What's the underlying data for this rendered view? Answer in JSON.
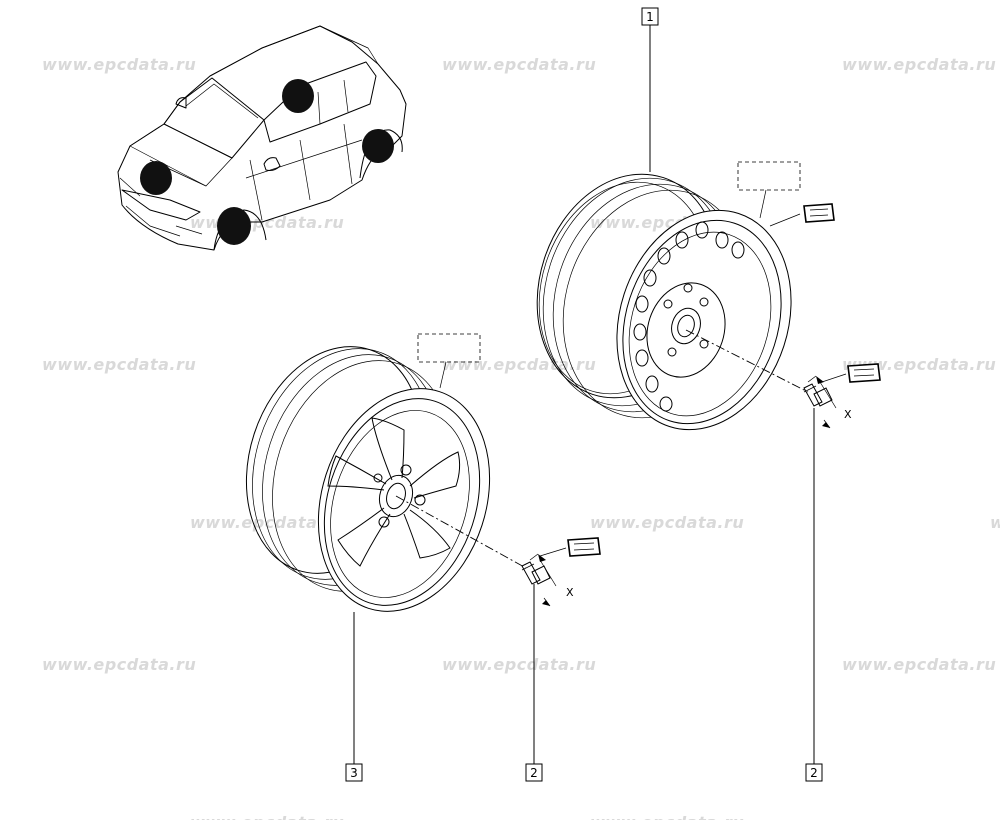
{
  "watermark": "www.epcdata.ru",
  "callouts": {
    "steel_wheel": "1",
    "bolt_right": "2",
    "bolt_left": "2",
    "alloy_wheel": "3"
  },
  "dimension_label": "X",
  "icons": {
    "vehicle": "car-illustration",
    "steel_wheel": "steel-wheel-illustration",
    "alloy_wheel": "alloy-wheel-illustration",
    "bolt": "wheel-bolt-illustration"
  }
}
